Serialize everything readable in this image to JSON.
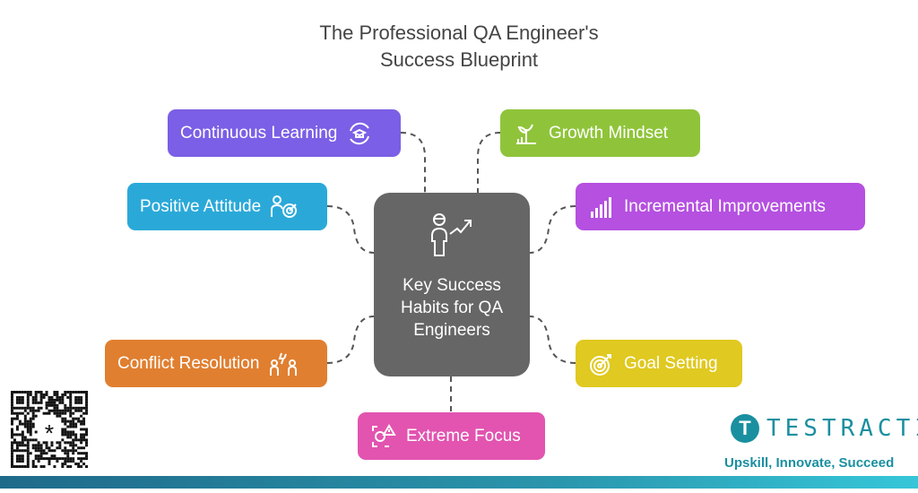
{
  "title": {
    "line1": "The Professional QA Engineer's",
    "line2": "Success Blueprint"
  },
  "center": {
    "label": "Key Success Habits for QA Engineers",
    "icon": "engineer-growth-icon",
    "color": "#666666"
  },
  "habits": [
    {
      "label": "Continuous Learning",
      "icon": "learning-cycle-icon",
      "color": "#7b5fe6"
    },
    {
      "label": "Growth Mindset",
      "icon": "plant-growth-icon",
      "color": "#8fc43a"
    },
    {
      "label": "Positive Attitude",
      "icon": "person-target-icon",
      "color": "#2aa9d9"
    },
    {
      "label": "Incremental Improvements",
      "icon": "bar-chart-icon",
      "color": "#b550e0"
    },
    {
      "label": "Conflict Resolution",
      "icon": "people-conflict-icon",
      "color": "#e07f30"
    },
    {
      "label": "Goal Setting",
      "icon": "target-icon",
      "color": "#e0c920"
    },
    {
      "label": "Extreme Focus",
      "icon": "focus-alert-icon",
      "color": "#e254b0"
    }
  ],
  "brand": {
    "name": "TESTRACTIX",
    "tagline": "Upskill, Innovate, Succeed",
    "color": "#1a8fa0"
  }
}
